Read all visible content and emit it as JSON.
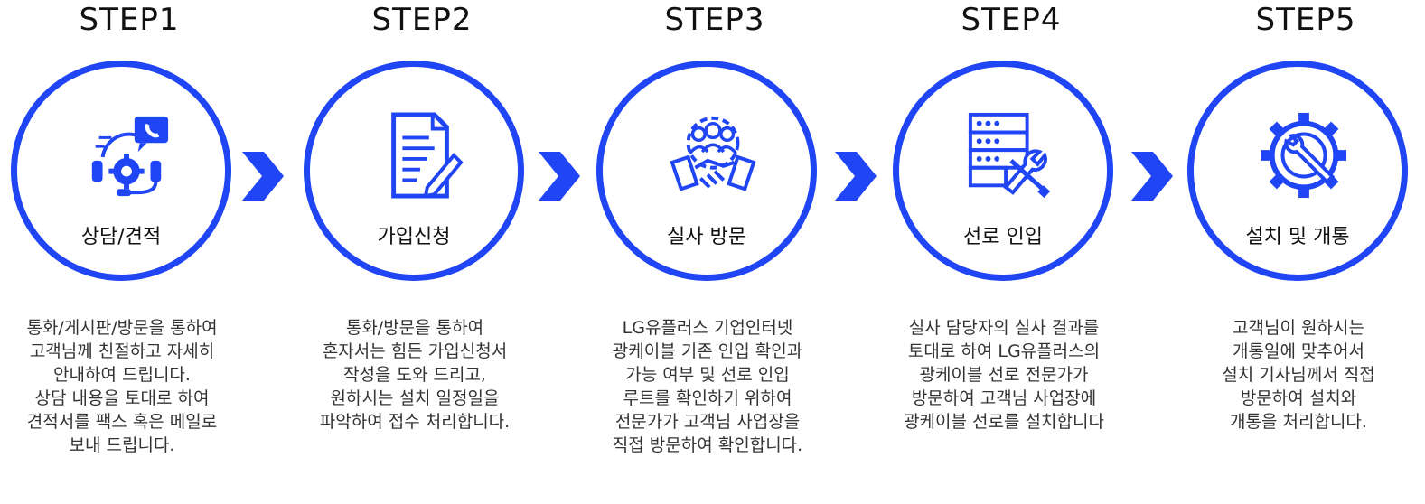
{
  "accent_color": "#1f45f5",
  "steps": [
    {
      "title": "STEP1",
      "label": "상담/견적",
      "icon": "consultation-headset-icon",
      "description": "통화/게시판/방문을 통하여\n고객님께 친절하고 자세히\n안내하여 드립니다.\n상담 내용을 토대로 하여\n견적서를 팩스 혹은 메일로\n보내 드립니다."
    },
    {
      "title": "STEP2",
      "label": "가입신청",
      "icon": "document-pen-icon",
      "description": "통화/방문을 통하여\n혼자서는 힘든 가입신청서\n작성을 도와 드리고,\n원하시는 설치 일정일을\n파악하여 접수 처리합니다."
    },
    {
      "title": "STEP3",
      "label": "실사 방문",
      "icon": "handshake-team-icon",
      "description": "LG유플러스 기업인터넷\n광케이블 기존 인입 확인과\n가능 여부 및 선로 인입\n루트를 확인하기 위하여\n전문가가 고객님 사업장을\n직접 방문하여 확인합니다."
    },
    {
      "title": "STEP4",
      "label": "선로 인입",
      "icon": "server-tools-icon",
      "description": "실사 담당자의 실사 결과를\n토대로 하여 LG유플러스의\n광케이블 선로 전문가가\n방문하여 고객님 사업장에\n광케이블 선로를 설치합니다"
    },
    {
      "title": "STEP5",
      "label": "설치 및 개통",
      "icon": "gear-wrench-icon",
      "description": "고객님이 원하시는\n개통일에 맞추어서\n설치 기사님께서 직접\n방문하여 설치와\n개통을 처리합니다."
    }
  ]
}
